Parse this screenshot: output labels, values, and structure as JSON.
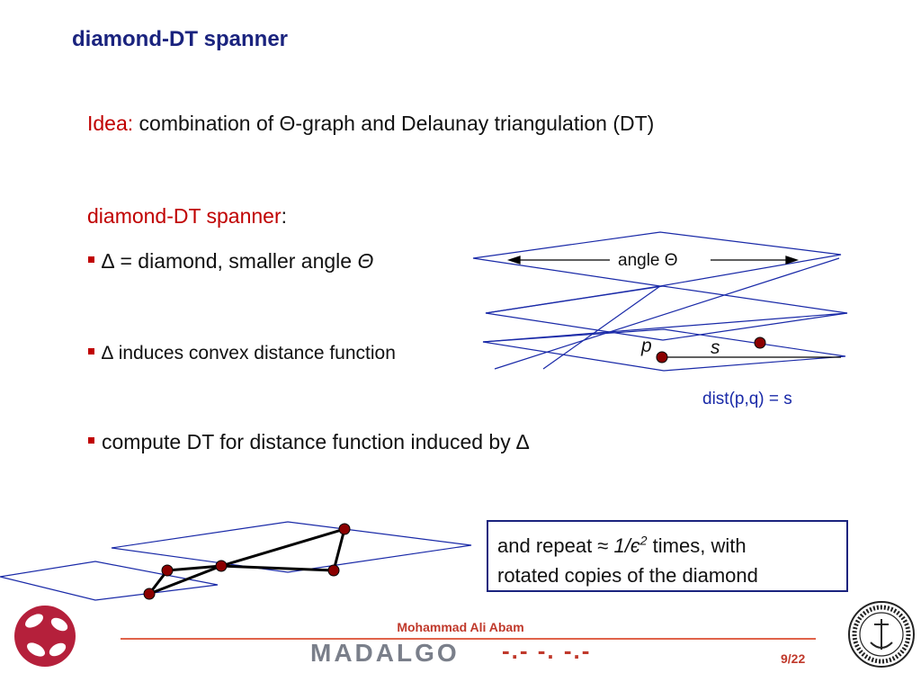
{
  "header": {
    "title": "diamond-DT spanner"
  },
  "idea": {
    "label": "Idea:",
    "text": "combination of Θ-graph and Delaunay triangulation (DT)"
  },
  "subheading": {
    "text": "diamond-DT spanner",
    "colon": ":"
  },
  "bullets": [
    {
      "symbol": "∆",
      "text": " = diamond, smaller angle ",
      "italic": "Θ"
    },
    {
      "symbol": "∆",
      "text": " induces convex distance function"
    },
    {
      "text": "compute DT for distance function induced by ",
      "symbol": "∆"
    }
  ],
  "diagram": {
    "angle_label": "angle Θ",
    "p_label": "p",
    "s_label": "s",
    "dist_label": "dist(p,q) = s"
  },
  "repeat_box": {
    "prefix": "and repeat ≈ ",
    "expr": "1/є",
    "exp": "2",
    "suffix": " times, with",
    "line2": "rotated copies of the diamond"
  },
  "footer": {
    "author": "Mohammad Ali Abam",
    "page": "9/22",
    "wordmark": "MADALGO",
    "dashes": "-.- -. -.-"
  },
  "colors": {
    "title": "#1a237e",
    "accent": "#c00000",
    "diamond": "#1a2aa8"
  }
}
